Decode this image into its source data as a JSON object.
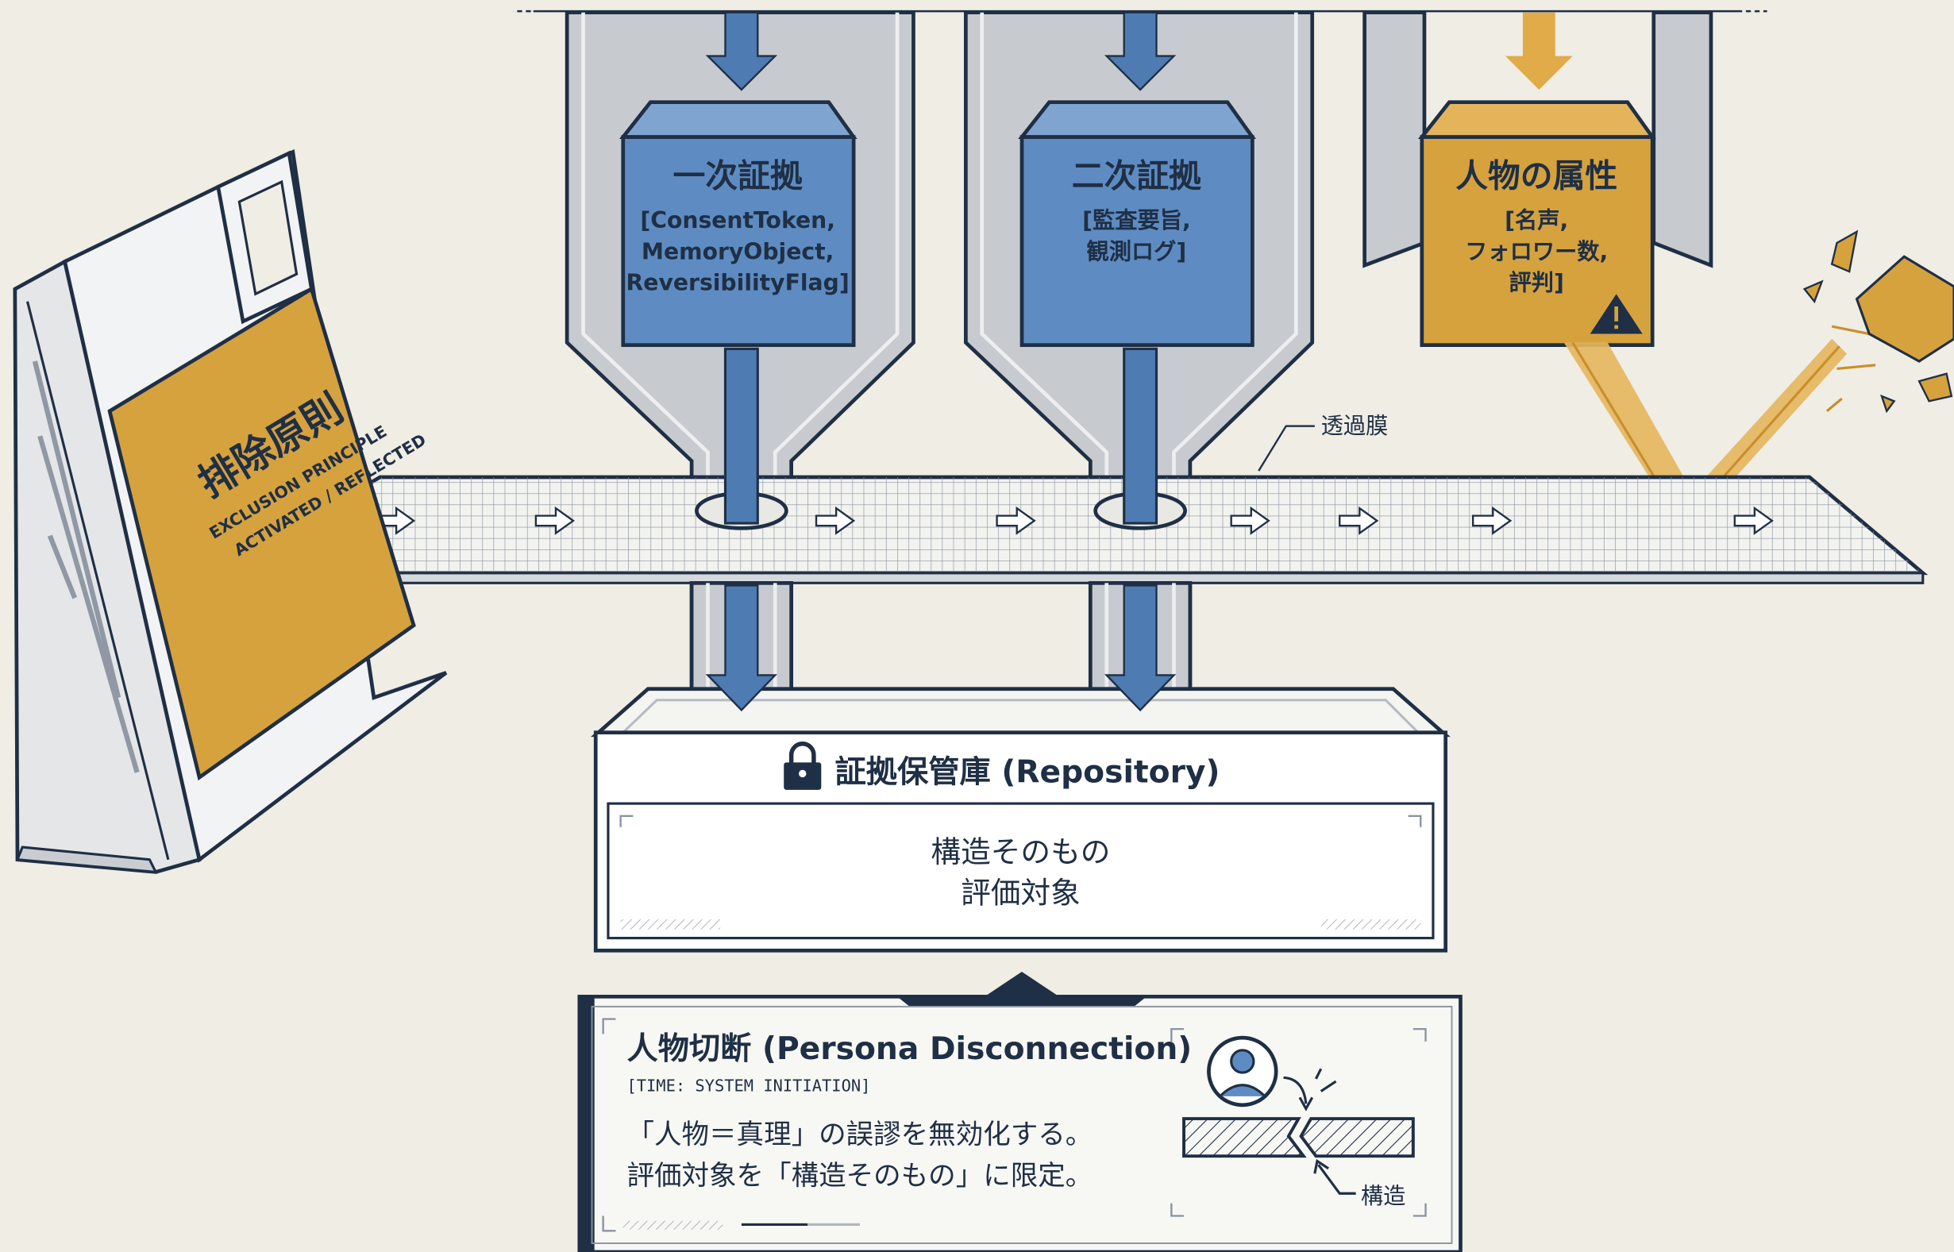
{
  "colors": {
    "background": "#EFEDE4",
    "ink": "#1F2F45",
    "blue_box": "#5E8CC2",
    "blue_arrow": "#4E7BB2",
    "hopper_fill": "#C7CBD0",
    "gold": "#D6A23E",
    "white_panel": "#FFFFFF"
  },
  "boxes": [
    {
      "title": "一次証拠",
      "lines": [
        "[ConsentToken,",
        "MemoryObject,",
        "ReversibilityFlag]"
      ]
    },
    {
      "title": "二次証拠",
      "lines": [
        "[監査要旨,",
        "観測ログ]"
      ]
    },
    {
      "title": "人物の属性",
      "lines": [
        "[名声,",
        "フォロワー数,",
        "評判]"
      ]
    }
  ],
  "icons": {
    "warning": "warning-icon",
    "lock": "lock-icon",
    "user": "user-icon"
  },
  "membrane_label": "透過膜",
  "sign": {
    "title": "排除原則",
    "subtitle_line1": "EXCLUSION PRINCIPLE",
    "subtitle_line2": "ACTIVATED / REFLECTED"
  },
  "repository": {
    "title": "証拠保管庫 (Repository)",
    "line1": "構造そのもの",
    "line2": "評価対象"
  },
  "persona_panel": {
    "title": "人物切断 (Persona Disconnection)",
    "time_tag": "[TIME: SYSTEM INITIATION]",
    "line1": "「人物＝真理」の誤謬を無効化する。",
    "line2": "評価対象を「構造そのもの」に限定。",
    "structure_label": "構造"
  }
}
